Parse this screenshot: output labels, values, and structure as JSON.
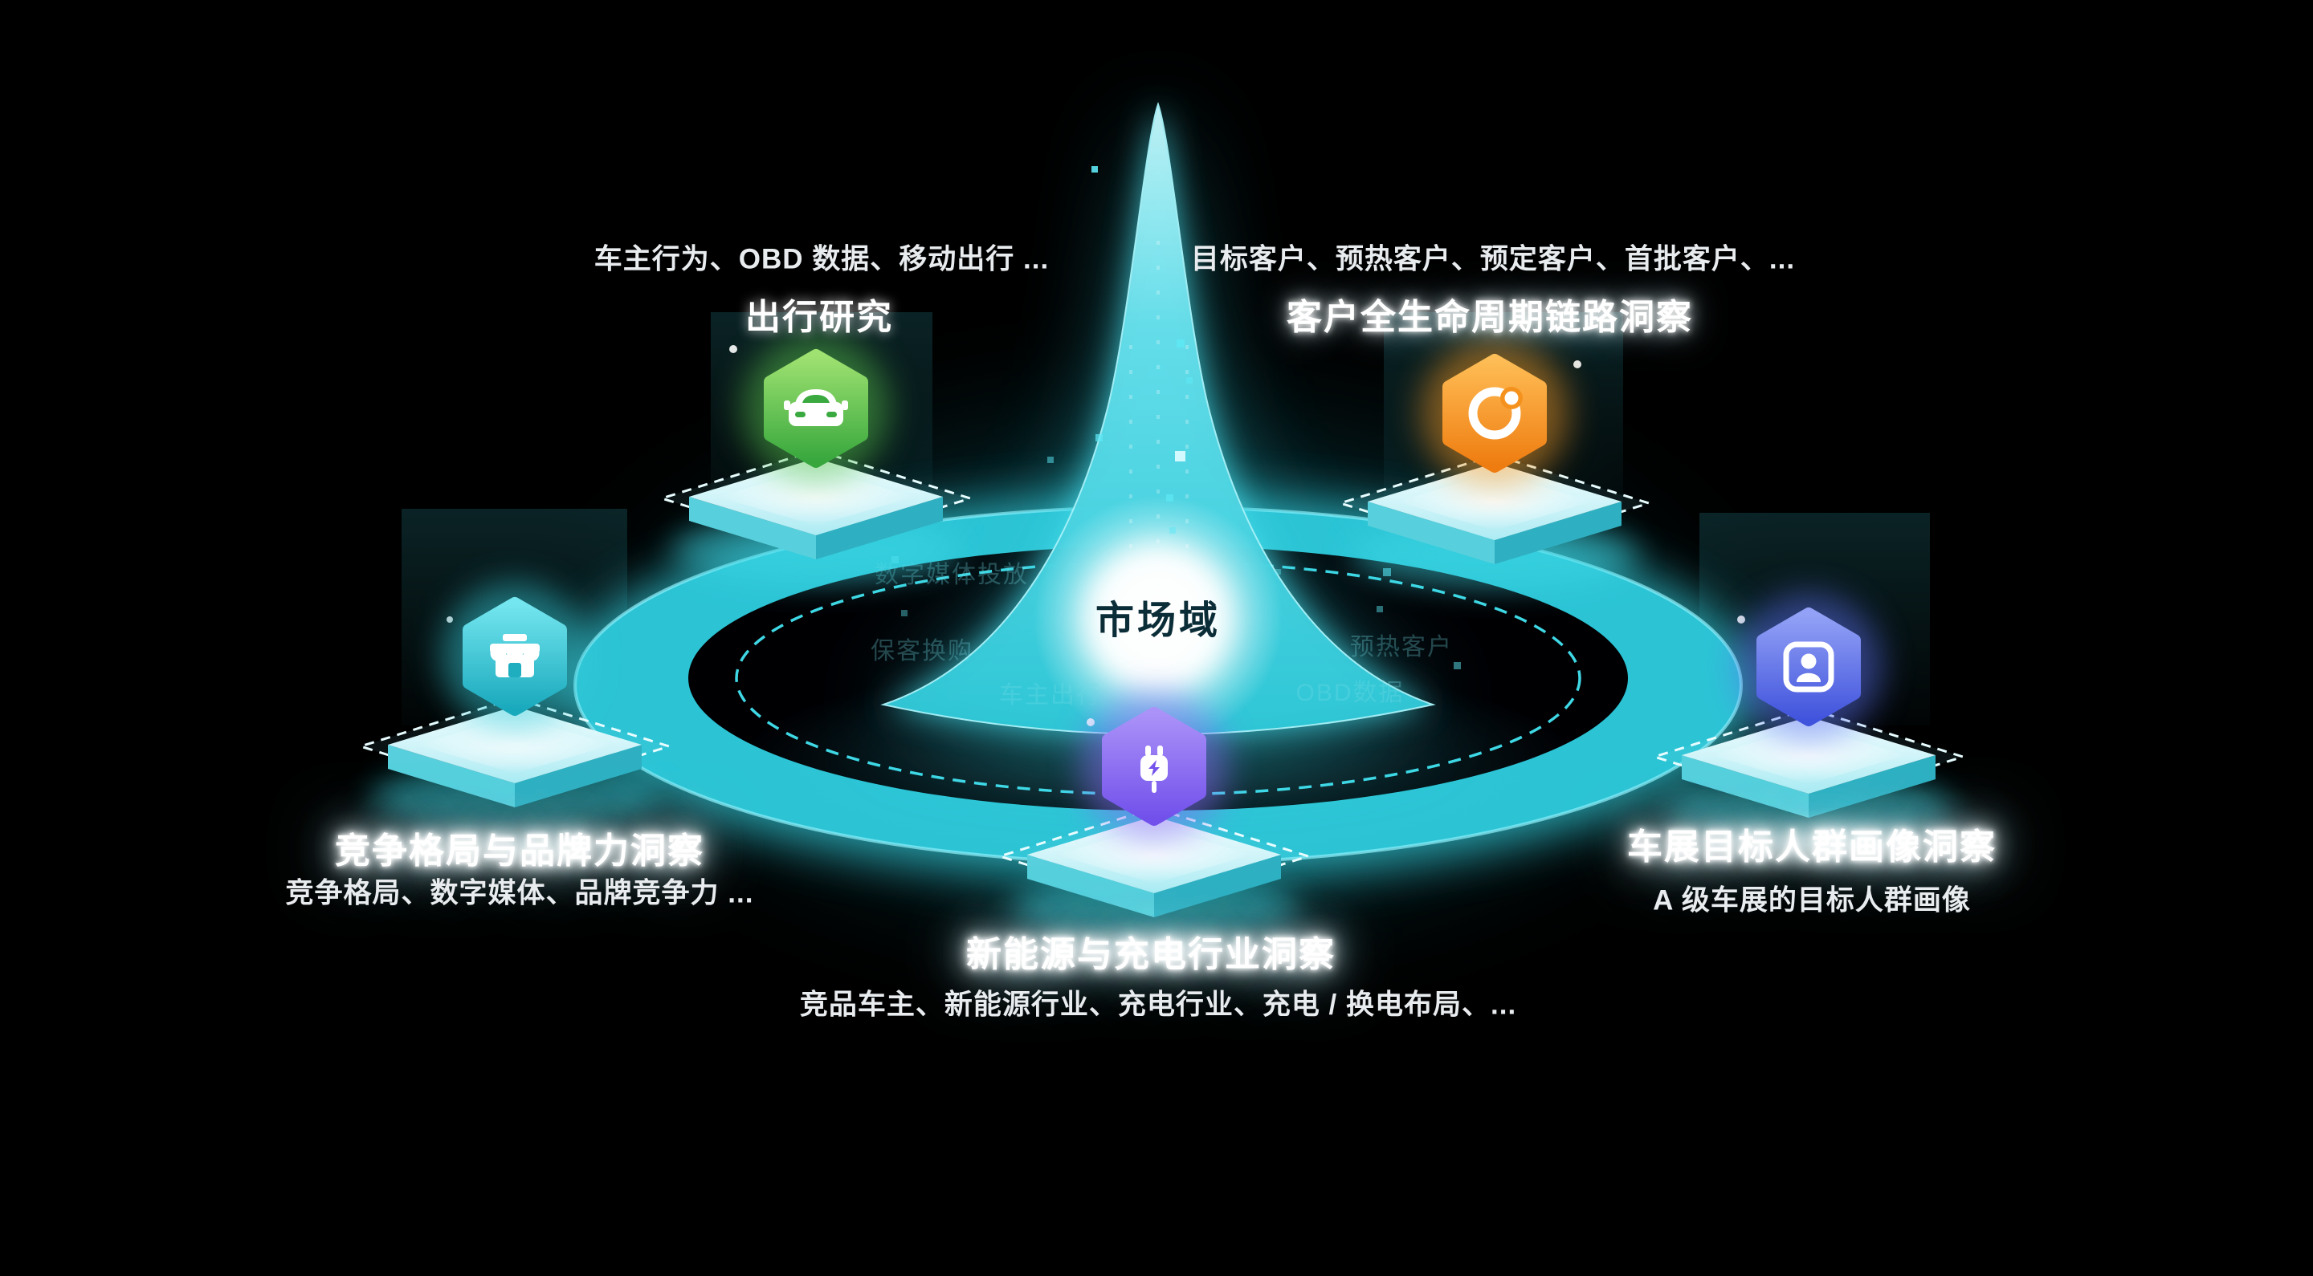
{
  "center": {
    "label": "市场域"
  },
  "nodes": [
    {
      "id": "travel-research",
      "label": "出行研究",
      "caption": "车主行为、OBD 数据、移动出行 ...",
      "icon": "car-icon",
      "color": "#3aa93f"
    },
    {
      "id": "customer-lifecycle",
      "label": "客户全生命周期链路洞察",
      "caption": "目标客户、预热客户、预定客户、首批客户、...",
      "icon": "orbit-icon",
      "color": "#f5921e"
    },
    {
      "id": "brand-competition",
      "label": "竞争格局与品牌力洞察",
      "caption": "竞争格局、数字媒体、品牌竞争力 ...",
      "icon": "storefront-icon",
      "color": "#2bbdc9"
    },
    {
      "id": "audience-profile",
      "label": "车展目标人群画像洞察",
      "caption": "A 级车展的目标人群画像",
      "icon": "user-card-icon",
      "color": "#5b6cf0"
    },
    {
      "id": "charging-industry",
      "label": "新能源与充电行业洞察",
      "caption": "竞品车主、新能源行业、充电行业、充电 / 换电布局、...",
      "icon": "charging-plug-icon",
      "color": "#8a6cf5"
    }
  ],
  "floating_texts": [
    {
      "text": "数字媒体投放"
    },
    {
      "text": "保客换购"
    },
    {
      "text": "车主出行"
    },
    {
      "text": "预热客户"
    },
    {
      "text": "OBD数据"
    }
  ],
  "colors": {
    "background": "#000000",
    "teal": "#2cc4d5",
    "cyan_accent": "#42e4f1",
    "white_glow": "#ffffff"
  }
}
